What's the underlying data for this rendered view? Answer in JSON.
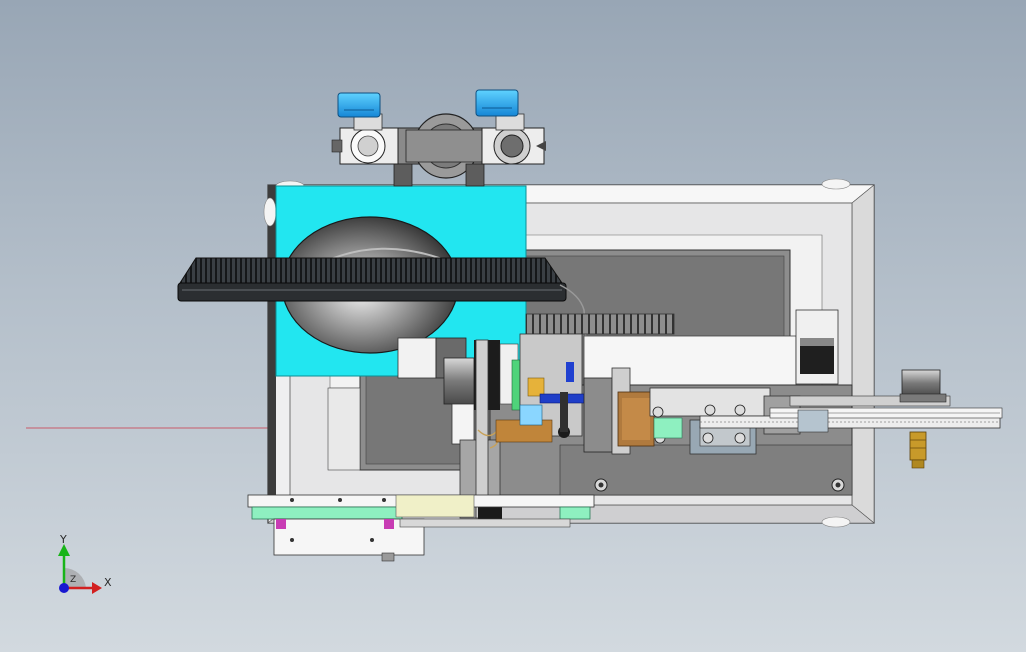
{
  "viewport": {
    "background_top": "#98a6b5",
    "background_bottom": "#d2d9df",
    "accent_cyan": "#22e6f0",
    "accent_blue": "#1aa6e8",
    "accent_magenta": "#c83cb4",
    "accent_mint": "#8ef0c0",
    "accent_brass": "#c89a2a"
  },
  "triad": {
    "x_label": "X",
    "y_label": "Y",
    "z_label": "Z",
    "x_color": "#d22020",
    "y_color": "#18b418",
    "z_color": "#1818d0"
  }
}
